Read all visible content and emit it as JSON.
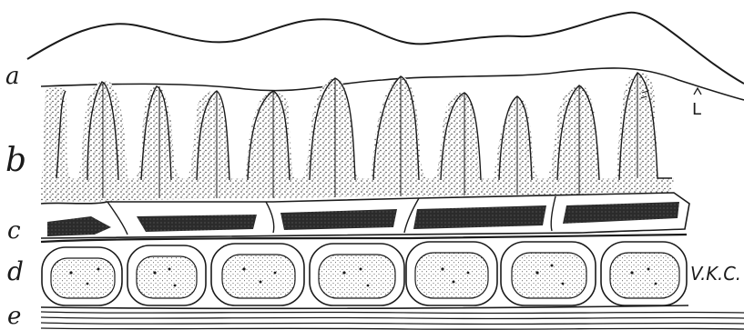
{
  "labels": {
    "a": "a",
    "b": "b",
    "c": "c",
    "d": "d",
    "e": "e",
    "l": "L",
    "vkc": "V.K.C."
  },
  "colors": {
    "ink": "#1a1a1a",
    "stipple": "#2a2a2a",
    "dark_band": "#2b2b2b",
    "paper": "#ffffff"
  }
}
